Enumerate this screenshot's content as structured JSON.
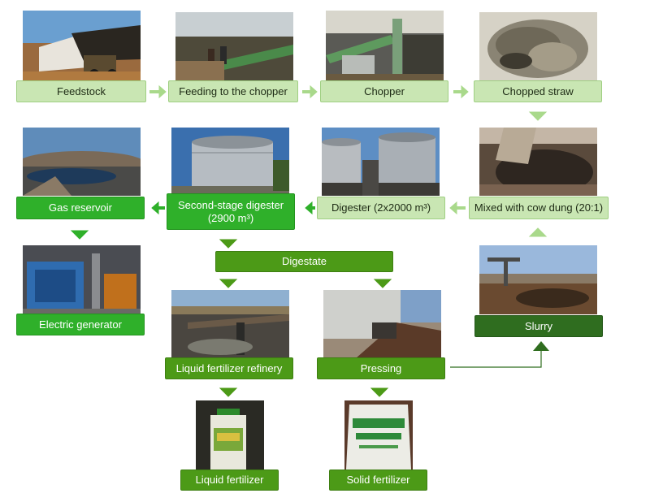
{
  "nodes": {
    "feedstock": "Feedstock",
    "feeding": "Feeding to the chopper",
    "chopper": "Chopper",
    "chopped_straw": "Chopped straw",
    "mixed": "Mixed with cow dung (20:1)",
    "digester": "Digester (2x2000 m³)",
    "second_stage_line1": "Second-stage digester",
    "second_stage_line2": "(2900 m³)",
    "gas_reservoir": "Gas reservoir",
    "electric_generator": "Electric generator",
    "digestate": "Digestate",
    "liquid_refinery": "Liquid fertilizer refinery",
    "pressing": "Pressing",
    "slurry": "Slurry",
    "liquid_fertilizer": "Liquid fertilizer",
    "solid_fertilizer": "Solid fertilizer"
  },
  "colors": {
    "light_box": "#c9e6b3",
    "bright_box": "#2fb02a",
    "mid_box": "#4c9a17",
    "dark_box": "#2f6d1f",
    "arrow_light": "#a9d98b",
    "arrow_dark": "#4c9a17"
  }
}
